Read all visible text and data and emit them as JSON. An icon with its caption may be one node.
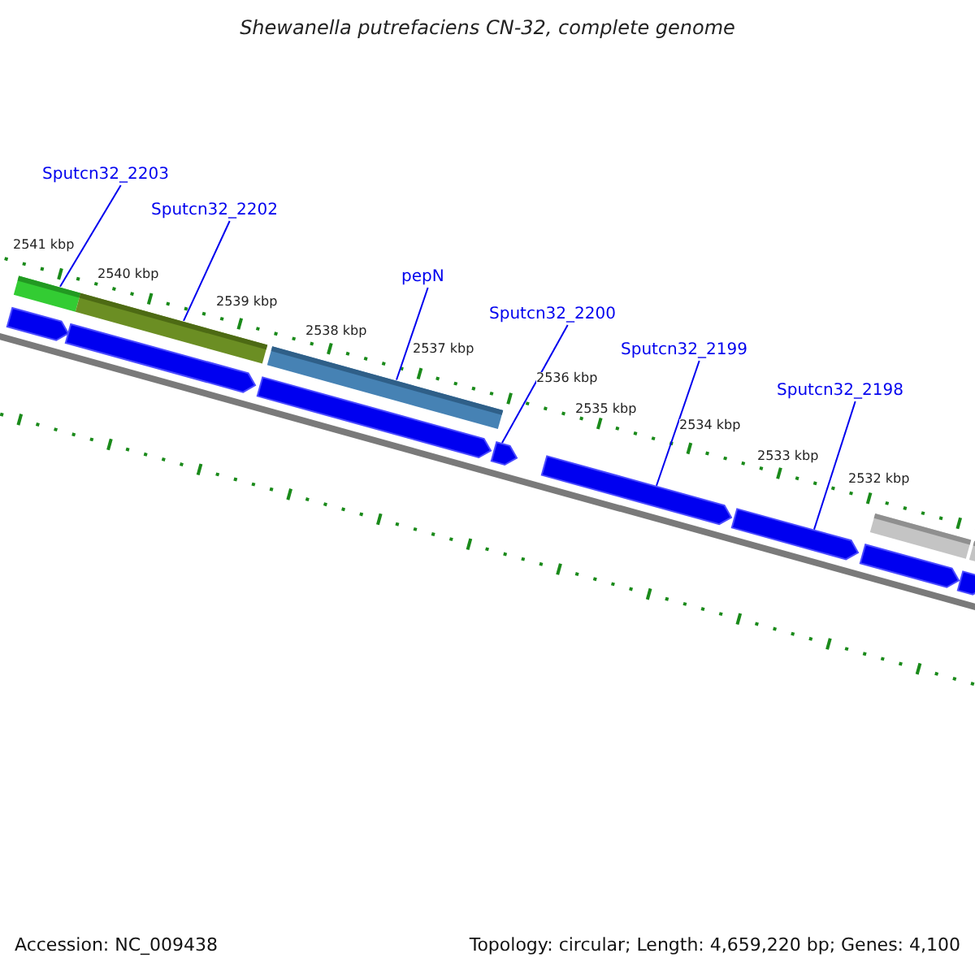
{
  "diagram": {
    "title": "Shewanella putrefaciens CN-32, complete genome",
    "nodes": [
      {
        "text": [
          "Sputcn32_2203"
        ]
      },
      {
        "text": [
          "Sputcn32_2202"
        ]
      },
      {
        "text": [
          "pepN"
        ]
      },
      {
        "text": [
          "Sputcn32_2200"
        ]
      },
      {
        "text": [
          "Sputcn32_2199"
        ]
      },
      {
        "text": [
          "Sputcn32_2198"
        ]
      },
      {
        "text": [],
        "shape": "bar"
      },
      {
        "text": [],
        "shape": "bar"
      },
      {
        "text": [],
        "shape": "bar"
      },
      {
        "text": [],
        "shape": "bar"
      },
      {
        "text": [],
        "shape": "bar"
      },
      {
        "text": [],
        "shape": "arrow"
      },
      {
        "text": [],
        "shape": "arrow"
      },
      {
        "text": [],
        "shape": "arrow"
      },
      {
        "text": [],
        "shape": "arrow"
      },
      {
        "text": [],
        "shape": "arrow"
      },
      {
        "text": [],
        "shape": "arrow"
      },
      {
        "text": [],
        "shape": "arrow"
      },
      {
        "text": [],
        "shape": "arrow"
      }
    ],
    "edges": [
      {
        "from": 0,
        "to": 6,
        "arrow": "none"
      },
      {
        "from": 1,
        "to": 7,
        "arrow": "none"
      },
      {
        "from": 2,
        "to": 8,
        "arrow": "none"
      },
      {
        "from": 3,
        "to": 14,
        "arrow": "none"
      },
      {
        "from": 4,
        "to": 15,
        "arrow": "none"
      },
      {
        "from": 5,
        "to": 16,
        "arrow": "none"
      }
    ],
    "labels": [
      "2541 kbp",
      "2540 kbp",
      "2539 kbp",
      "2538 kbp",
      "2537 kbp",
      "2536 kbp",
      "2535 kbp",
      "2534 kbp",
      "2533 kbp",
      "2532 kbp",
      "Accession: NC_009438",
      "Topology: circular; Length: 4,659,220 bp; Genes: 4,100"
    ]
  }
}
